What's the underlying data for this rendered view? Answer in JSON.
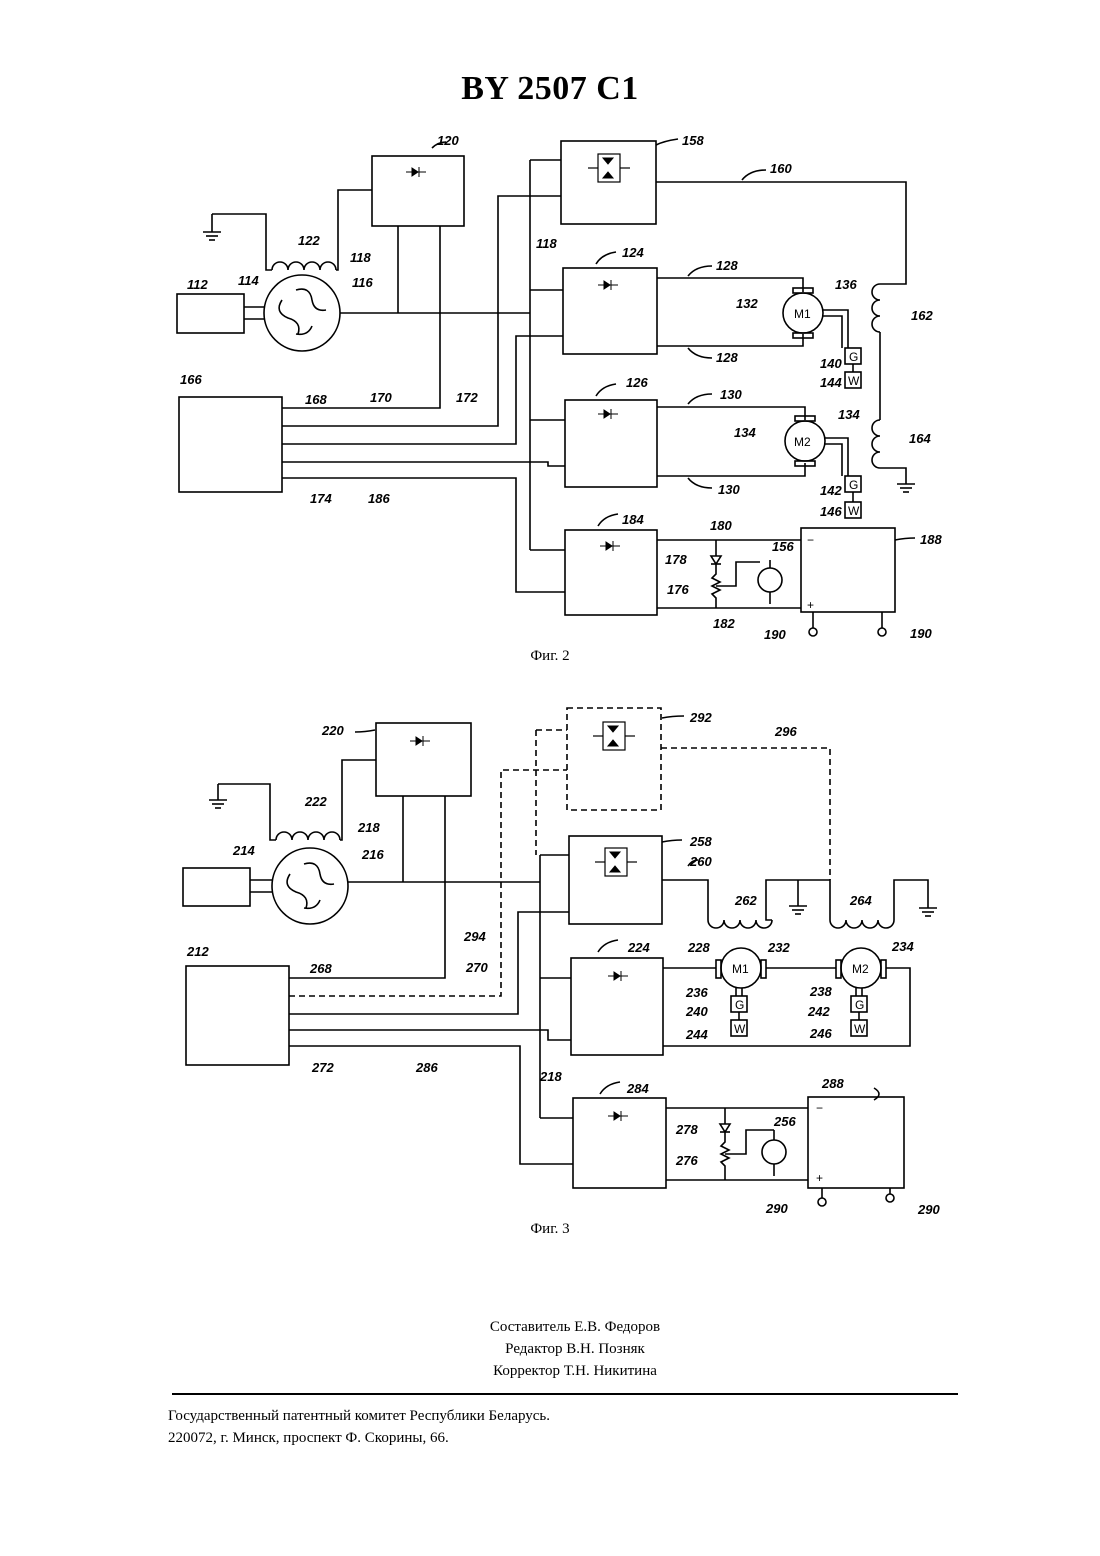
{
  "header": {
    "title": "BY 2507 C1"
  },
  "figure2": {
    "caption": "Фиг. 2",
    "labels": {
      "l120": "120",
      "l158": "158",
      "l160": "160",
      "l122": "122",
      "l118a": "118",
      "l118b": "118",
      "l124": "124",
      "l128a": "128",
      "l136": "136",
      "l112": "112",
      "l114": "114",
      "l116": "116",
      "l132": "132",
      "l162": "162",
      "l128b": "128",
      "l140": "140",
      "l144": "144",
      "l166": "166",
      "l126": "126",
      "l130a": "130",
      "l134a": "134",
      "l168": "168",
      "l170": "170",
      "l172": "172",
      "l134b": "134",
      "l164": "164",
      "l130b": "130",
      "l142": "142",
      "l174": "174",
      "l186": "186",
      "l146": "146",
      "l184": "184",
      "l180": "180",
      "l156": "156",
      "l188": "188",
      "l178": "178",
      "l176": "176",
      "l182": "182",
      "l190a": "190",
      "l190b": "190",
      "m1": "M1",
      "m2": "M2",
      "g1": "G",
      "w1": "W",
      "g2": "G",
      "w2": "W",
      "minus": "−",
      "plus": "+"
    }
  },
  "figure3": {
    "caption": "Фиг. 3",
    "labels": {
      "l220": "220",
      "l292": "292",
      "l296": "296",
      "l222": "222",
      "l218a": "218",
      "l214": "214",
      "l216": "216",
      "l258": "258",
      "l260": "260",
      "l262": "262",
      "l264": "264",
      "l294": "294",
      "l212": "212",
      "l224": "224",
      "l228": "228",
      "l232": "232",
      "l234": "234",
      "l268": "268",
      "l270": "270",
      "l236": "236",
      "l240": "240",
      "l244": "244",
      "l238": "238",
      "l242": "242",
      "l246": "246",
      "l272": "272",
      "l286": "286",
      "l218b": "218",
      "l284": "284",
      "l288": "288",
      "l278": "278",
      "l256": "256",
      "l276": "276",
      "l290a": "290",
      "l290b": "290",
      "m1": "M1",
      "m2": "M2",
      "g1": "G",
      "w1": "W",
      "g2": "G",
      "w2": "W",
      "minus": "−",
      "plus": "+"
    }
  },
  "credits": {
    "compiler": "Составитель Е.В. Федоров",
    "editor": "Редактор В.Н. Позняк",
    "proofreader": "Корректор Т.Н. Никитина"
  },
  "publisher": {
    "line1": "Государственный патентный комитет Республики Беларусь.",
    "line2": "220072, г. Минск, проспект Ф. Скорины, 66."
  }
}
